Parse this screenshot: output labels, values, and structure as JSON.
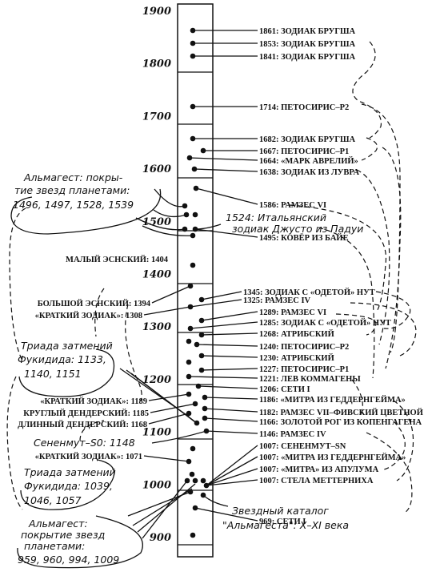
{
  "years": [
    "1900",
    "1800",
    "1700",
    "1600",
    "1500",
    "1400",
    "1300",
    "1200",
    "1100",
    "1000",
    "900"
  ],
  "right_labels": [
    "1861: ЗОДИАК БРУГША",
    "1853: ЗОДИАК БРУГША",
    "1841: ЗОДИАК БРУГША",
    "1714: ПЕТОСИРИС–Р2",
    "1682: ЗОДИАК БРУГША",
    "1667: ПЕТОСИРИС–Р1",
    "1664: «МАРК АВРЕЛИЙ»",
    "1638: ЗОДИАК ИЗ ЛУВРА",
    "1586: РАМЗЕС VI",
    "1495: КОВЁР ИЗ БАЙЕ",
    "1345: ЗОДИАК С «ОДЕТОЙ» НУТ",
    "1325: РАМЗЕС IV",
    "1289: РАМЗЕС VI",
    "1285: ЗОДИАК С «ОДЕТОЙ» НУТ",
    "1268: АТРИБСКИЙ",
    "1240: ПЕТОСИРИС–Р2",
    "1230: АТРИБСКИЙ",
    "1227: ПЕТОСИРИС–Р1",
    "1221: ЛЕВ КОММАГЕНЫ",
    "1206: СЕТИ I",
    "1186: «МИТРА ИЗ ГЕДДЕРНГЕЙМА»",
    "1182: РАМЗЕС VII–ФИВСКИЙ ЦВЕТНОЙ",
    "1166: ЗОЛОТОЙ РОГ ИЗ КОПЕНГАГЕНА",
    "1146: РАМЗЕС IV",
    "1007: СЕНЕНМУТ–SN",
    "1007: «МИТРА ИЗ ГЕДДЕРНГЕЙМА»",
    "1007: «МИТРА» ИЗ АПУЛУМА",
    "1007: СТЕЛА МЕТТЕРНИХА",
    "969: СЕТИ I"
  ],
  "left_labels": [
    "МАЛЫЙ ЭСНСКИЙ: 1404",
    "БОЛЬШОЙ ЭСНСКИЙ: 1394",
    "«КРАТКИЙ ЗОДИАК»: 1308",
    "«КРАТКИЙ ЗОДИАК»: 1189",
    "КРУГЛЫЙ ДЕНДЕРСКИЙ: 1185",
    "ДЛИННЫЙ ДЕНДЕРСКИЙ: 1168",
    "«КРАТКИЙ ЗОДИАК»: 1071"
  ],
  "notes": {
    "almagest_top_1": "Альмагест: покры-",
    "almagest_top_2": "тие звезд планетами:",
    "almagest_top_3": "1496, 1497, 1528, 1539",
    "italian_1": "1524: Итальянский",
    "italian_2": "зодиак Джусто из Падуи",
    "triad1_1": "Триада затмений",
    "triad1_2": "Фукидида: 1133,",
    "triad1_3": "1140, 1151",
    "senenmut": "Сененмут–S0: 1148",
    "triad2_1": "Триада затмений",
    "triad2_2": "Фукидида: 1039,",
    "triad2_3": "1046, 1057",
    "almagest_bot_1": "Альмагест:",
    "almagest_bot_2": "покрытие звезд",
    "almagest_bot_3": "планетами:",
    "almagest_bot_4": "959, 960, 994, 1009",
    "catalog_1": "Звездный каталог",
    "catalog_2": "\"Альмагеста\": X–XI века"
  }
}
